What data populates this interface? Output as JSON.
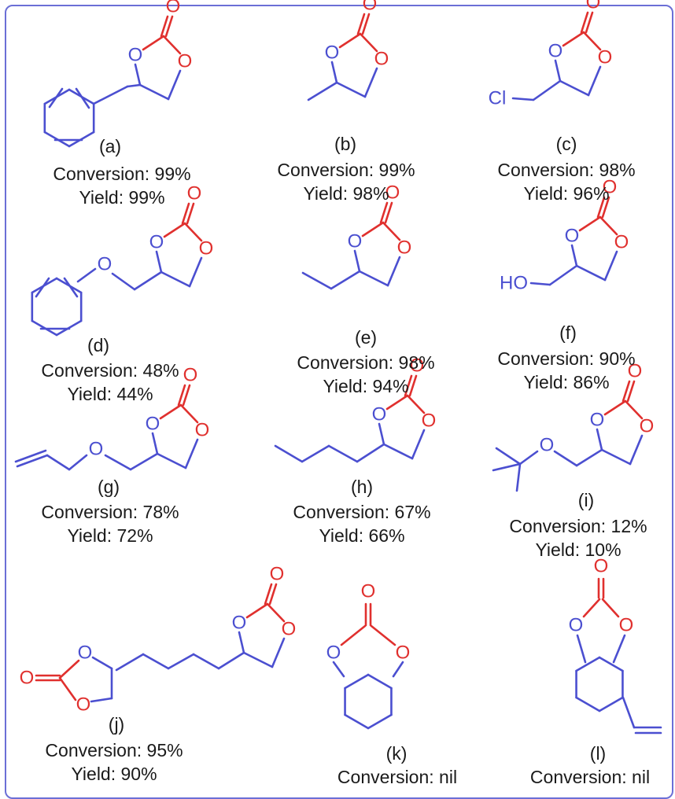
{
  "colors": {
    "bond": "#4b4fd0",
    "oxygen": "#e0302e",
    "frame": "#6b6fd6"
  },
  "compounds": [
    {
      "id": "a",
      "label": "(a)",
      "conversion": "Conversion: 99%",
      "yield": "Yield: 99%"
    },
    {
      "id": "b",
      "label": "(b)",
      "conversion": "Conversion: 99%",
      "yield": "Yield: 98%"
    },
    {
      "id": "c",
      "label": "(c)",
      "conversion": "Conversion: 98%",
      "yield": "Yield: 96%"
    },
    {
      "id": "d",
      "label": "(d)",
      "conversion": "Conversion: 48%",
      "yield": "Yield: 44%"
    },
    {
      "id": "e",
      "label": "(e)",
      "conversion": "Conversion: 98%",
      "yield": "Yield: 94%"
    },
    {
      "id": "f",
      "label": "(f)",
      "conversion": "Conversion: 90%",
      "yield": "Yield: 86%"
    },
    {
      "id": "g",
      "label": "(g)",
      "conversion": "Conversion: 78%",
      "yield": "Yield: 72%"
    },
    {
      "id": "h",
      "label": "(h)",
      "conversion": "Conversion: 67%",
      "yield": "Yield: 66%"
    },
    {
      "id": "i",
      "label": "(i)",
      "conversion": "Conversion: 12%",
      "yield": "Yield: 10%"
    },
    {
      "id": "j",
      "label": "(j)",
      "conversion": "Conversion: 95%",
      "yield": "Yield: 90%"
    },
    {
      "id": "k",
      "label": "(k)",
      "conversion": "Conversion: nil",
      "yield": ""
    },
    {
      "id": "l",
      "label": "(l)",
      "conversion": "Conversion: nil",
      "yield": ""
    }
  ],
  "atoms": {
    "oxygen": "O",
    "chlorine": "Cl",
    "hydroxyl": "HO"
  }
}
